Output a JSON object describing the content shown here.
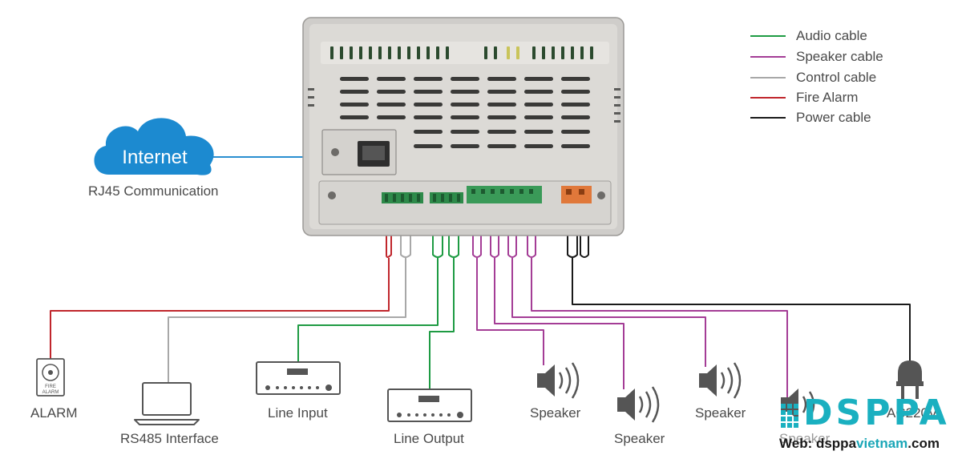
{
  "legend": [
    {
      "label": "Audio cable",
      "color": "#1e9b43"
    },
    {
      "label": "Speaker cable",
      "color": "#a43d96"
    },
    {
      "label": "Control cable",
      "color": "#a8a8a8"
    },
    {
      "label": "Fire Alarm",
      "color": "#c0262c"
    },
    {
      "label": "Power cable",
      "color": "#1a1a1a"
    }
  ],
  "cloud": {
    "label": "Internet",
    "caption": "RJ45 Communication"
  },
  "devices": {
    "alarm": {
      "label": "ALARM",
      "icon_text_1": "FIRE",
      "icon_text_2": "ALARM"
    },
    "rs485": {
      "label": "RS485 Interface"
    },
    "line_input": {
      "label": "Line Input"
    },
    "line_output": {
      "label": "Line Output"
    },
    "speaker_1": {
      "label": "Speaker"
    },
    "speaker_2": {
      "label": "Speaker"
    },
    "speaker_3": {
      "label": "Speaker"
    },
    "speaker_4": {
      "label": "Speaker"
    },
    "power": {
      "label": "AC220V"
    }
  },
  "branding": {
    "logo": "DSPPA",
    "web_prefix": "Web: dsppa",
    "web_mid": "vietnam",
    "web_suffix": ".com"
  }
}
